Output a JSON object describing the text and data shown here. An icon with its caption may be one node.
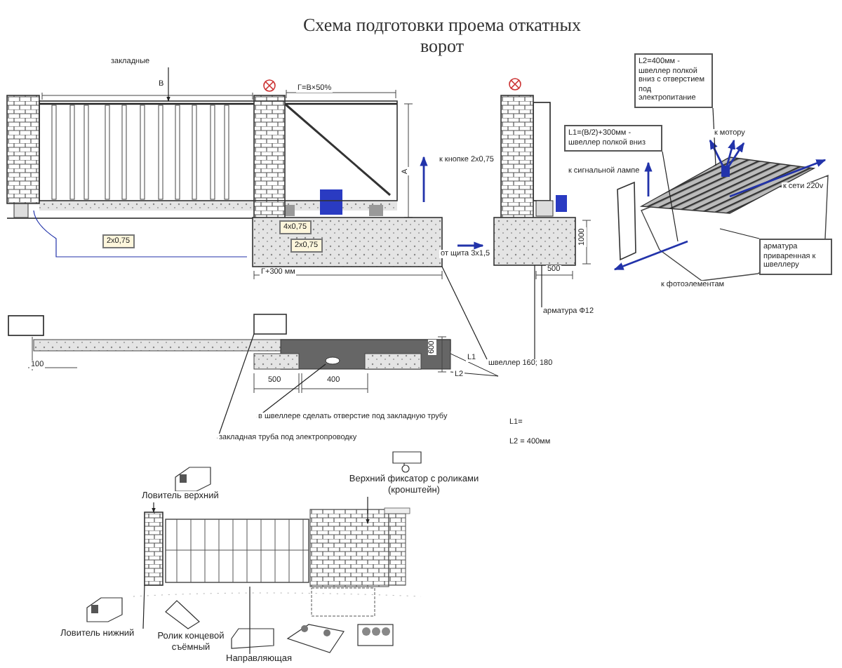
{
  "diagram": {
    "title": "Схема подготовки проема откатных ворот",
    "nodes": [
      {
        "text": [
          "закладные"
        ]
      },
      {
        "text": [
          "L1=(B/2)+300мм - швеллер полкой вниз"
        ]
      },
      {
        "text": [
          "L2=400мм - швеллер полкой вниз с отверстием под электропитание"
        ]
      },
      {
        "text": [
          "арматура приваренная к швеллеру"
        ]
      },
      {
        "text": [
          "арматура Ф12"
        ]
      },
      {
        "text": [
          "швеллер   160; 180"
        ]
      },
      {
        "text": [
          "в швеллере сделать отверстие под закладную трубу"
        ]
      },
      {
        "text": [
          "закладная труба под электропроводку"
        ]
      },
      {
        "text": [
          "Ловитель верхний"
        ]
      },
      {
        "text": [
          "Верхний фиксатор с роликами (кронштейн)"
        ]
      },
      {
        "text": [
          "Ловитель нижний"
        ]
      },
      {
        "text": [
          "Ролик концевой съёмный"
        ]
      },
      {
        "text": [
          "Направляющая"
        ]
      },
      {
        "text": [],
        "shape": "box"
      },
      {
        "text": [],
        "shape": "box"
      },
      {
        "text": [],
        "shape": "box"
      },
      {
        "text": [],
        "shape": "circle"
      },
      {
        "text": [],
        "shape": "box"
      },
      {
        "text": [],
        "shape": "box"
      }
    ],
    "edges": [
      {
        "from": 0,
        "to": 13,
        "arrow": "to"
      },
      {
        "from": 1,
        "to": null,
        "arrow": "none"
      },
      {
        "from": 2,
        "to": null,
        "arrow": "none"
      },
      {
        "from": 3,
        "to": null,
        "arrow": "none"
      },
      {
        "from": 4,
        "to": 15,
        "arrow": "none"
      },
      {
        "from": 5,
        "to": 14,
        "arrow": "none"
      },
      {
        "from": 5,
        "to": 15,
        "arrow": "none"
      },
      {
        "from": 6,
        "to": 16,
        "arrow": "none"
      },
      {
        "from": 7,
        "to": 17,
        "arrow": "none"
      },
      {
        "from": 8,
        "to": 18,
        "arrow": "to"
      },
      {
        "from": 9,
        "to": null,
        "arrow": "to"
      },
      {
        "from": 10,
        "to": 18,
        "arrow": "none"
      },
      {
        "from": 12,
        "to": null,
        "arrow": "none"
      }
    ],
    "labels": [
      "B",
      "Г=B×50%",
      "A",
      "2x0,75",
      "4x0,75",
      "2x0,75",
      "Г+300 мм",
      "к кнопке 2x0,75",
      "от щита 3x1,5",
      "1000",
      "500",
      "к сигнальной лампе",
      "к мотору",
      "к сети 220v",
      "к фотоэлементам",
      "100",
      "500",
      "400",
      "600",
      "L1",
      "L2",
      "L1=",
      "L2 = 400мм"
    ]
  }
}
